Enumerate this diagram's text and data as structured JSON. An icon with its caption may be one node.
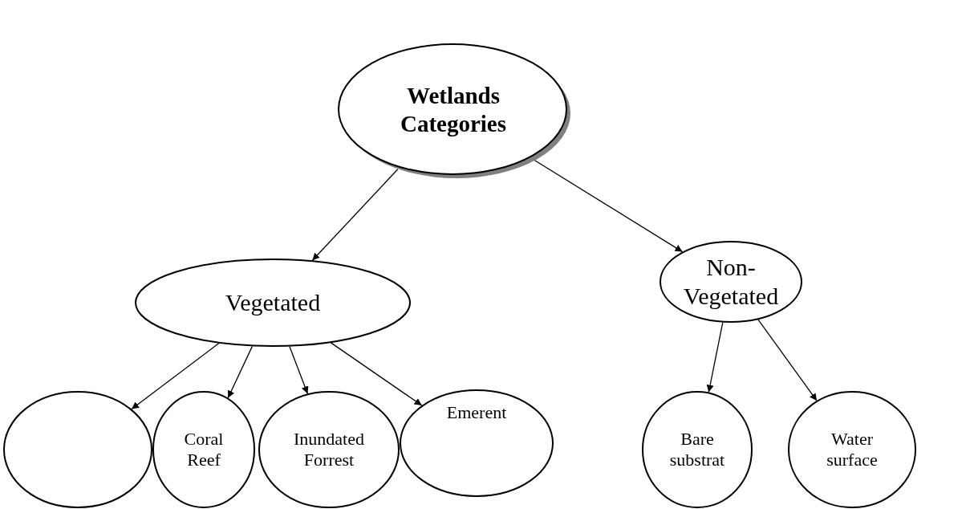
{
  "diagram": {
    "nodes": [
      {
        "text": [
          "Wetlands Categories"
        ]
      },
      {
        "text": [
          "Vegetated"
        ]
      },
      {
        "text": [
          "Non-Vegetated"
        ]
      },
      {
        "text": [],
        "shape": "ellipse"
      },
      {
        "text": [
          "Coral Reef"
        ]
      },
      {
        "text": [
          "Inundated Forrest"
        ]
      },
      {
        "text": [
          "Emerent"
        ]
      },
      {
        "text": [
          "Bare substrat"
        ]
      },
      {
        "text": [
          "Water surface"
        ]
      }
    ],
    "edges": [
      {
        "from": 0,
        "to": 1,
        "arrow": "to"
      },
      {
        "from": 0,
        "to": 2,
        "arrow": "to"
      },
      {
        "from": 1,
        "to": 3,
        "arrow": "to"
      },
      {
        "from": 1,
        "to": 4,
        "arrow": "to"
      },
      {
        "from": 1,
        "to": 5,
        "arrow": "to"
      },
      {
        "from": 1,
        "to": 6,
        "arrow": "to"
      },
      {
        "from": 2,
        "to": 7,
        "arrow": "to"
      },
      {
        "from": 2,
        "to": 8,
        "arrow": "to"
      }
    ]
  }
}
